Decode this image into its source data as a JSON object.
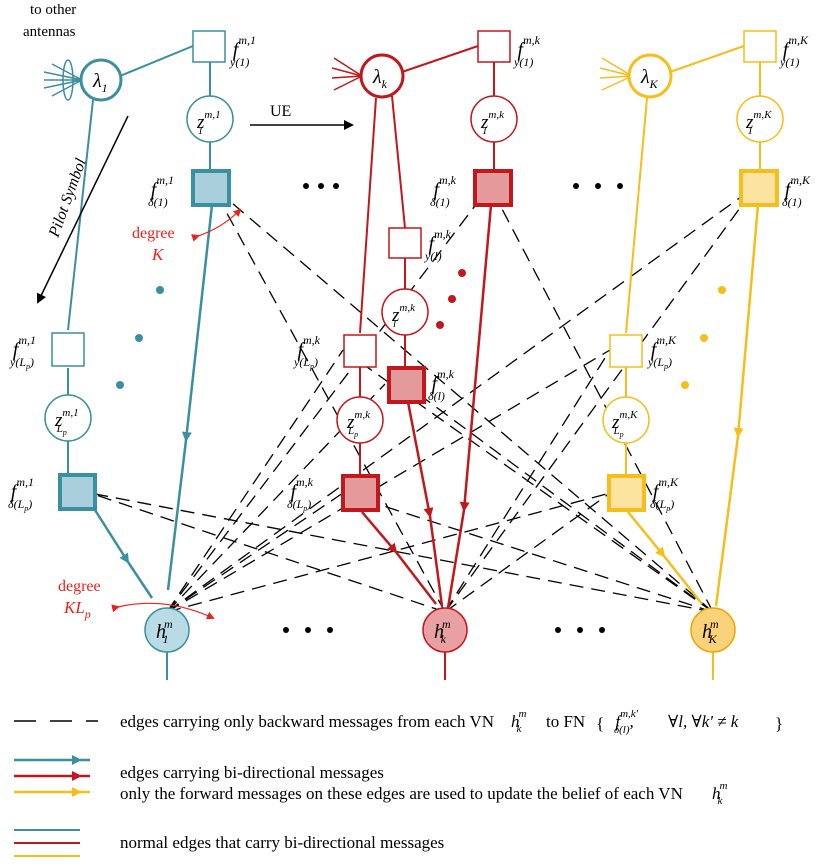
{
  "colors": {
    "blue": "#3a8fa0",
    "red": "#c0181c",
    "yellow": "#f6be1a",
    "blue_fill": "#a9cfdc",
    "red_fill": "#e4999b",
    "yellow_fill": "#fde3a0",
    "annotation": "#e8231c"
  },
  "top_labels": {
    "to_other_line1": "to other",
    "to_other_line2": "antennas",
    "pilot_symbol": "Pilot Symbol",
    "ue": "UE"
  },
  "degree_labels": {
    "degree_word": "degree",
    "top_value": "K",
    "bottom_value": "KL",
    "bottom_sub": "p"
  },
  "columns": [
    {
      "lambda_sub": "1",
      "sup": "m,1",
      "z_first_sub": "1",
      "z_last_sub": "L",
      "h_sub": "1"
    },
    {
      "lambda_sub": "k",
      "sup": "m,k",
      "z_first_sub": "1",
      "z_mid_sub": "l",
      "z_last_sub": "L",
      "h_sub": "k"
    },
    {
      "lambda_sub": "K",
      "sup": "m,K",
      "z_first_sub": "1",
      "z_last_sub": "L",
      "h_sub": "K"
    }
  ],
  "ellipsis": "• • •",
  "legend": {
    "dashed": {
      "text": "edges carrying only backward messages from each VN",
      "to_fn": "to FN",
      "set_inner": "∀l, ∀k' ≠ k",
      "sup": "m,k'"
    },
    "arrow_line1": "edges carrying bi-directional messages",
    "arrow_line2": "only the forward messages on these edges are used to update the belief of each VN",
    "normal": "normal edges that carry bi-directional messages"
  }
}
